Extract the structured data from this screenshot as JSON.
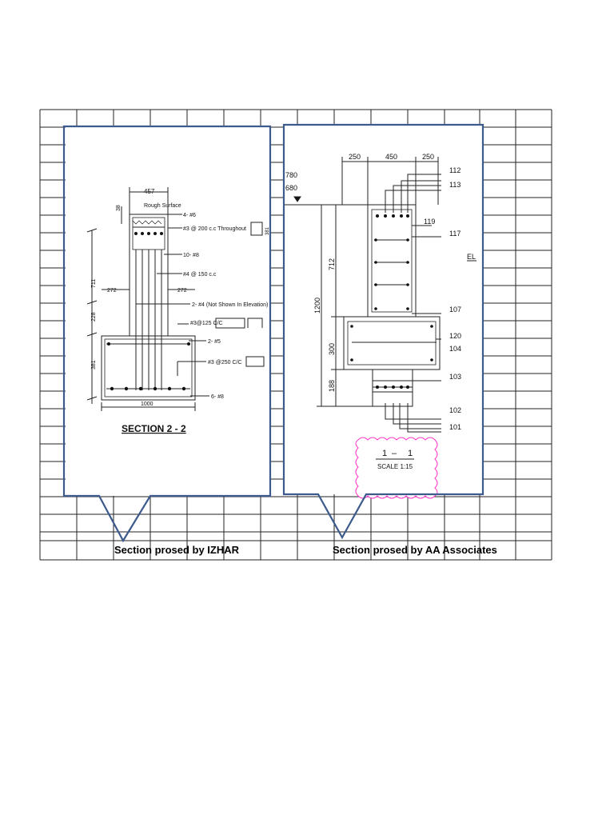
{
  "grid": {
    "line_color": "#222222",
    "background": "#ffffff"
  },
  "callout_color": "#3c5a8c",
  "scale_cloud_color": "#ff33cc",
  "captions": {
    "left": "Section prosed by IZHAR",
    "right": "Section prosed by AA Associates"
  },
  "left_drawing": {
    "title": "SECTION 2 - 2",
    "labels": {
      "top_width": "457",
      "cover_top": "38",
      "rough_surface": "Rough Surface",
      "top_bars": "4- #6",
      "stirrup_top": "#3 @ 200 c.c Throughout",
      "stirrup_top_dim": "381",
      "side_bars": "10- #8",
      "ties": "#4 @ 150 c.c",
      "left_ext": "272",
      "right_ext": "272",
      "not_shown": "2- #4 (Not Shown In Elevation)",
      "stirrup_base": "#3@125 C/C",
      "base_bars": "2- #5",
      "stirrup_base2": "#3 @250 C/C",
      "bottom_bars": "6- #8",
      "base_width": "1000",
      "dim_711": "711",
      "dim_228": "228",
      "dim_381": "381"
    }
  },
  "right_drawing": {
    "labels": {
      "w1": "250",
      "w2": "450",
      "w3": "250",
      "el1": "780",
      "el2": "680",
      "total": "1200",
      "stem": "712",
      "mid": "300",
      "bot": "188",
      "el_tag": "EL",
      "m112": "112",
      "m113": "113",
      "m119": "119",
      "m117": "117",
      "m107": "107",
      "m120": "120",
      "m104": "104",
      "m103": "103",
      "m102": "102",
      "m101": "101"
    },
    "scale_mark": {
      "left": "1",
      "dash": "–",
      "right": "1",
      "text": "SCALE  1:15"
    }
  }
}
